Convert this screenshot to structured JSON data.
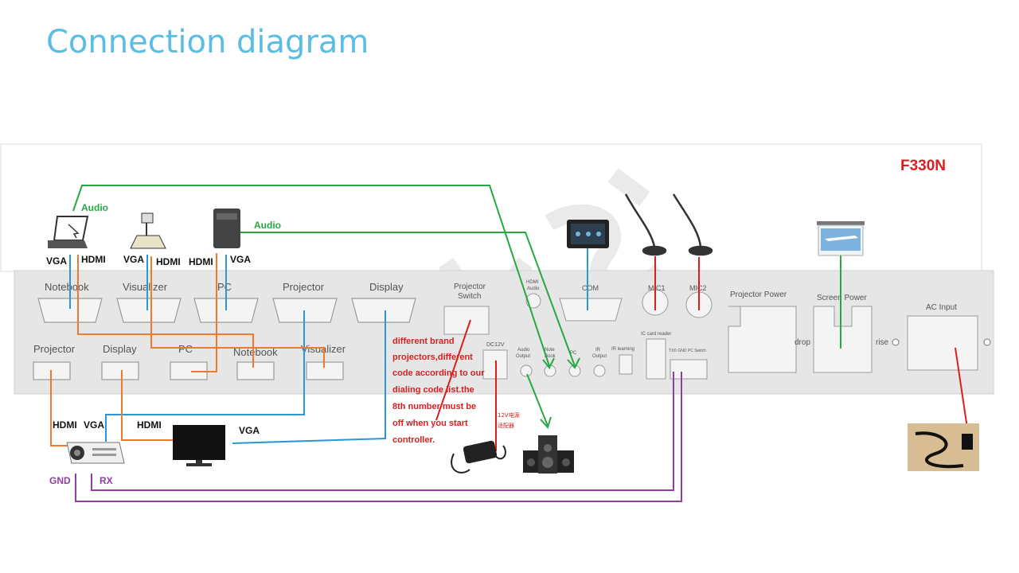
{
  "slide": {
    "title": "Connection diagram"
  },
  "model": "F330N",
  "colors": {
    "title": "#5bbde4",
    "green": "#27a844",
    "orange": "#f07a2b",
    "blue": "#2a97d6",
    "red": "#d92020",
    "purple": "#8e3fa0",
    "panel": "#e6e6e6",
    "port": "#f4f4f4",
    "port_stroke": "#9a9a9a"
  },
  "devices": {
    "notebook": {
      "audio": "Audio",
      "ports": [
        "VGA",
        "HDMI"
      ]
    },
    "visualizer": {
      "ports": [
        "VGA",
        "HDMI"
      ]
    },
    "pc": {
      "audio": "Audio",
      "ports": [
        "HDMI",
        "VGA"
      ]
    },
    "projector": {
      "ports": [
        "HDMI",
        "VGA"
      ],
      "serial": [
        "GND",
        "RX"
      ]
    },
    "display": {
      "ports": [
        "HDMI",
        "VGA"
      ]
    },
    "power_adapter": {
      "label_line1": "12V电源",
      "label_line2": "适配器"
    }
  },
  "inputs": [
    "Notebook",
    "Visualizer",
    "PC",
    "Projector",
    "Display"
  ],
  "outputs": [
    "Projector",
    "Display",
    "PC",
    "Notebook",
    "Visualizer"
  ],
  "panel": {
    "projector_switch": "Projector Switch",
    "hdmi_audio": "HDMI Audio",
    "com": "COM",
    "mic1": "MIC1",
    "mic2": "MIC2",
    "projector_power": "Projector Power",
    "screen_power": "Screen Power",
    "drop": "drop",
    "rise": "rise",
    "ac_input": "AC Input",
    "dc12v": "DC12V",
    "audio_output": "Audio Output",
    "note_book": "Note Book",
    "pc_small": "PC",
    "ir_output": "IR Output",
    "ir_learning": "IR learning",
    "ic_card_reader": "IC card reader",
    "terminal": "TXD GND PC Switch"
  },
  "note": [
    "different brand",
    "projectors,different",
    "code according to our",
    "dialing code list.the",
    "8th number must be",
    "off when you start",
    "controller."
  ]
}
